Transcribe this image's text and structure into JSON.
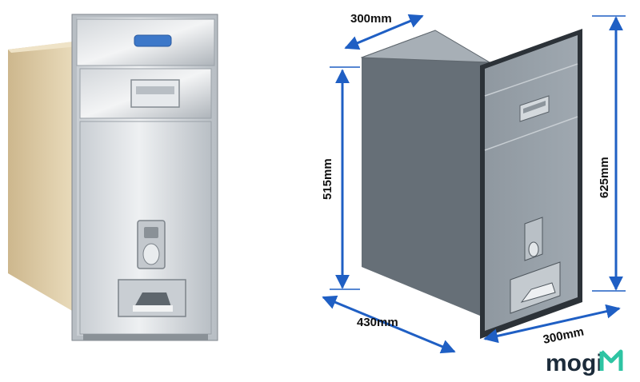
{
  "dimensions": {
    "top_depth": "300mm",
    "height_body": "515mm",
    "height_front": "625mm",
    "bottom_depth": "430mm",
    "bottom_width": "300mm"
  },
  "logo": {
    "text": "mogi",
    "color": "#1c2b3a",
    "accent": "#2ec4a3"
  },
  "colors": {
    "dimension_line": "#1f5fc4",
    "steel_light": "#d9dde1",
    "steel_dark": "#8f969d",
    "box_side": "#6a737b",
    "box_top": "#a7afb6",
    "cardboard": "#dcc9a2"
  }
}
